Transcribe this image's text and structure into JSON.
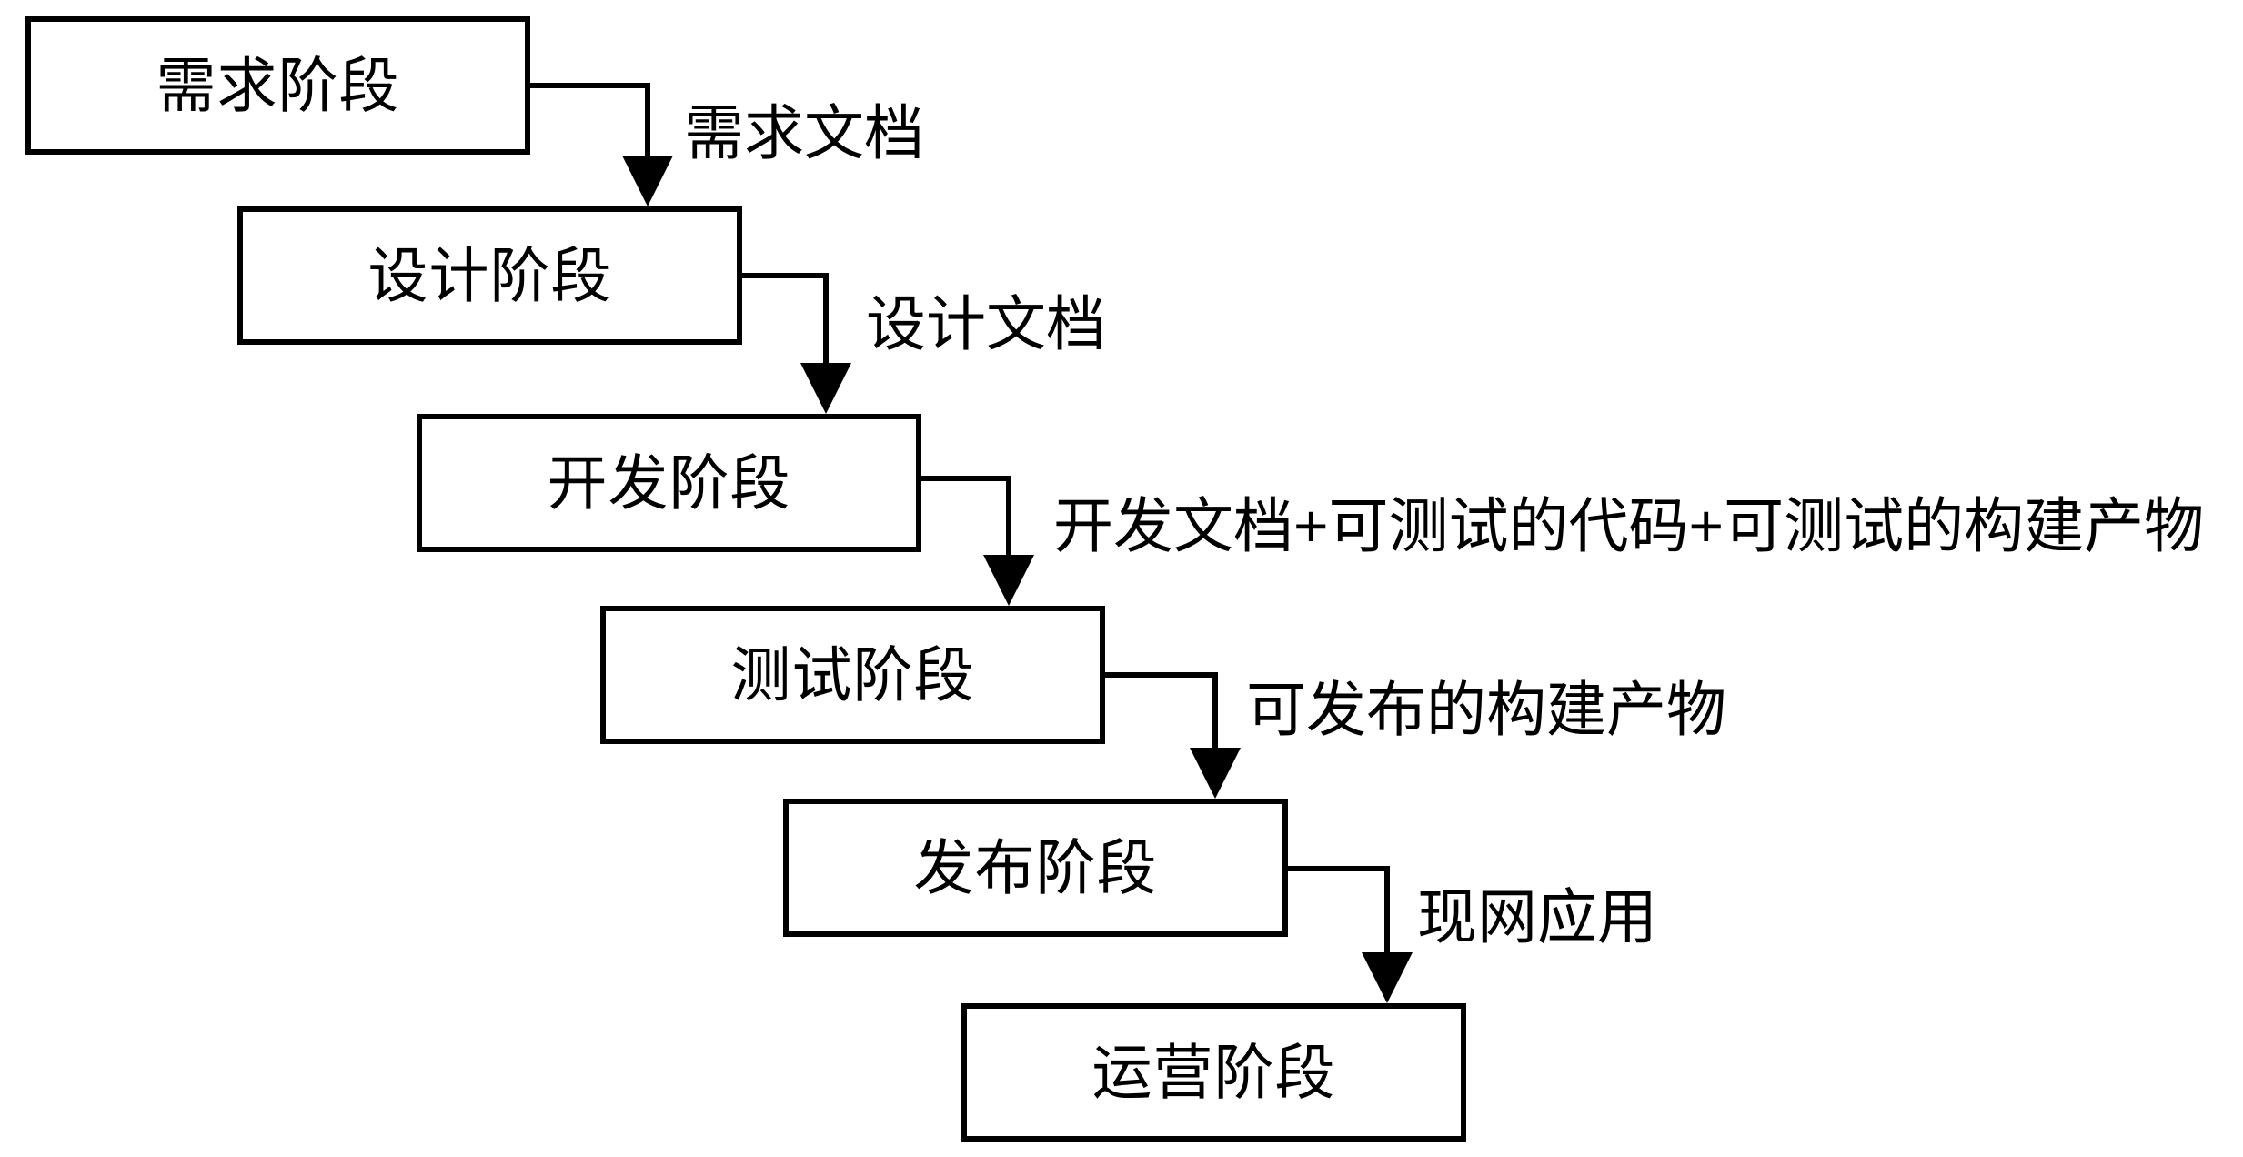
{
  "diagram": {
    "type": "waterfall-process-flow",
    "colors": {
      "background": "#ffffff",
      "stroke": "#000000",
      "text": "#000000",
      "box_fill": "#ffffff"
    },
    "stages": [
      {
        "label": "需求阶段"
      },
      {
        "label": "设计阶段"
      },
      {
        "label": "开发阶段"
      },
      {
        "label": "测试阶段"
      },
      {
        "label": "发布阶段"
      },
      {
        "label": "运营阶段"
      }
    ],
    "transitions": [
      {
        "from": "需求阶段",
        "to": "设计阶段",
        "artifact": "需求文档"
      },
      {
        "from": "设计阶段",
        "to": "开发阶段",
        "artifact": "设计文档"
      },
      {
        "from": "开发阶段",
        "to": "测试阶段",
        "artifact": "开发文档+可测试的代码+可测试的构建产物"
      },
      {
        "from": "测试阶段",
        "to": "发布阶段",
        "artifact": "可发布的构建产物"
      },
      {
        "from": "发布阶段",
        "to": "运营阶段",
        "artifact": "现网应用"
      }
    ]
  }
}
